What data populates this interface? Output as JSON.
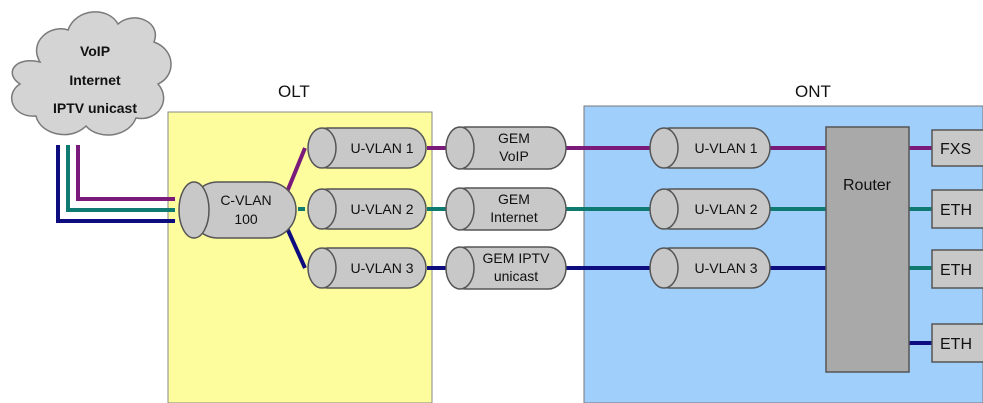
{
  "cloud": {
    "lines": [
      "VoIP",
      "Internet",
      "IPTV unicast"
    ]
  },
  "olt": {
    "label": "OLT",
    "cvlan": {
      "line1": "C-VLAN",
      "line2": "100"
    },
    "uvlans": [
      "U-VLAN 1",
      "U-VLAN 2",
      "U-VLAN 3"
    ]
  },
  "gem": [
    {
      "line1": "GEM",
      "line2": "VoIP"
    },
    {
      "line1": "GEM",
      "line2": "Internet"
    },
    {
      "line1": "GEM IPTV",
      "line2": "unicast"
    }
  ],
  "ont": {
    "label": "ONT",
    "uvlans": [
      "U-VLAN 1",
      "U-VLAN 2",
      "U-VLAN 3"
    ],
    "router": "Router",
    "ports": [
      "FXS",
      "ETH",
      "ETH",
      "ETH"
    ]
  },
  "colors": {
    "voip": "#7a1a7a",
    "internet": "#0f7a70",
    "iptv": "#0d0d80",
    "olt_fill": "#fdfd9e",
    "ont_fill": "#a0cffc",
    "tunnel_fill": "#c8c8c8",
    "router_fill": "#a9a9a9",
    "cloud_fill": "#d4d4d4"
  }
}
